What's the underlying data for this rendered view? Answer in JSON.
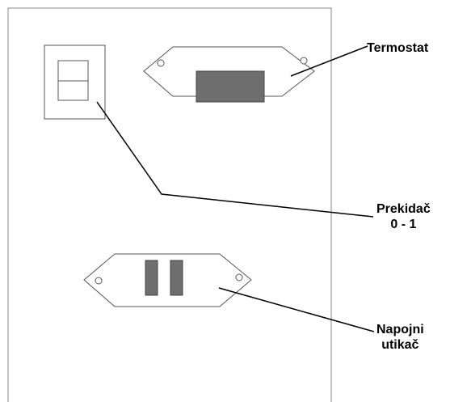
{
  "labels": {
    "thermostat": "Termostat",
    "switch": [
      "Prekidač",
      "0 - 1"
    ],
    "power_plug": [
      "Napojni",
      "utikač"
    ]
  },
  "colors": {
    "panel_border": "#8a8a8a",
    "outline": "#555555",
    "dark_fill": "#6e6e6e",
    "leader_line": "#000000"
  }
}
